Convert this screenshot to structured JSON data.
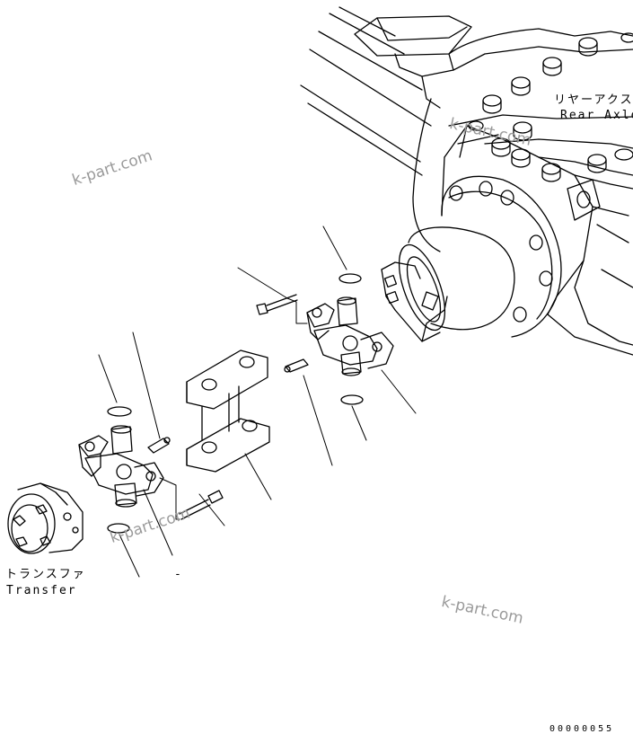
{
  "labels": {
    "rear_axle_jp": "リヤーアクスル",
    "rear_axle_en": "Rear Axle",
    "transfer_jp": "トランスファ",
    "transfer_en": "Transfer",
    "dash": "-",
    "drawing_no": "00000055"
  },
  "watermarks": [
    "k-part.com",
    "k-part.com",
    "k-part.com",
    "k-part.com"
  ]
}
